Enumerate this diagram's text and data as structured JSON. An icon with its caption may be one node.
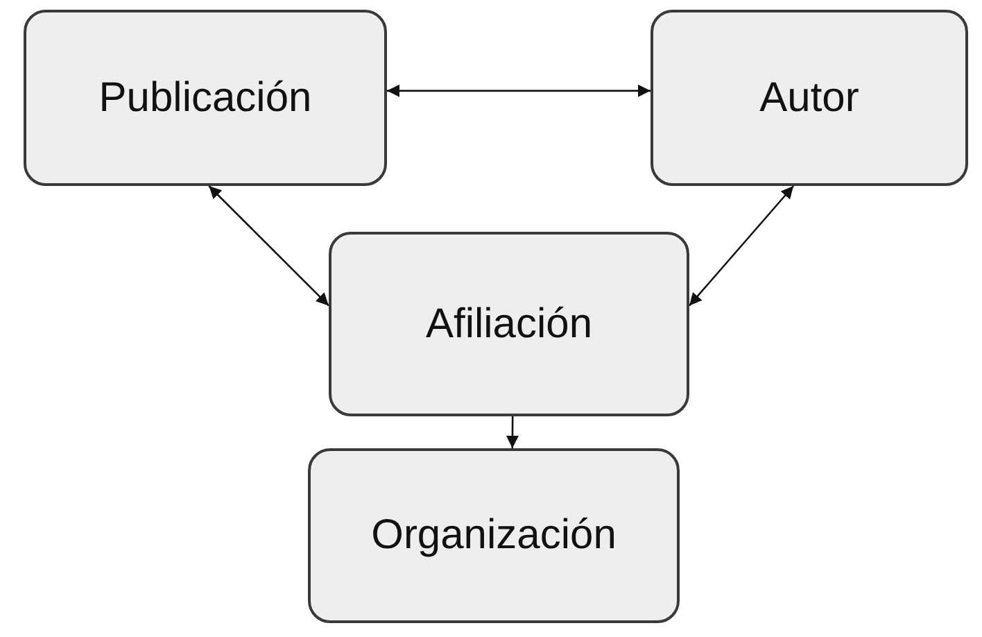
{
  "diagram": {
    "nodes": [
      {
        "text": [
          "Publicación"
        ]
      },
      {
        "text": [
          "Autor"
        ]
      },
      {
        "text": [
          "Afiliación"
        ]
      },
      {
        "text": [
          "Organización"
        ]
      }
    ],
    "edges": [
      {
        "from": 0,
        "to": 1,
        "arrow": "both"
      },
      {
        "from": 0,
        "to": 2,
        "arrow": "both"
      },
      {
        "from": 1,
        "to": 2,
        "arrow": "both"
      },
      {
        "from": 2,
        "to": 3,
        "arrow": "to"
      }
    ]
  }
}
